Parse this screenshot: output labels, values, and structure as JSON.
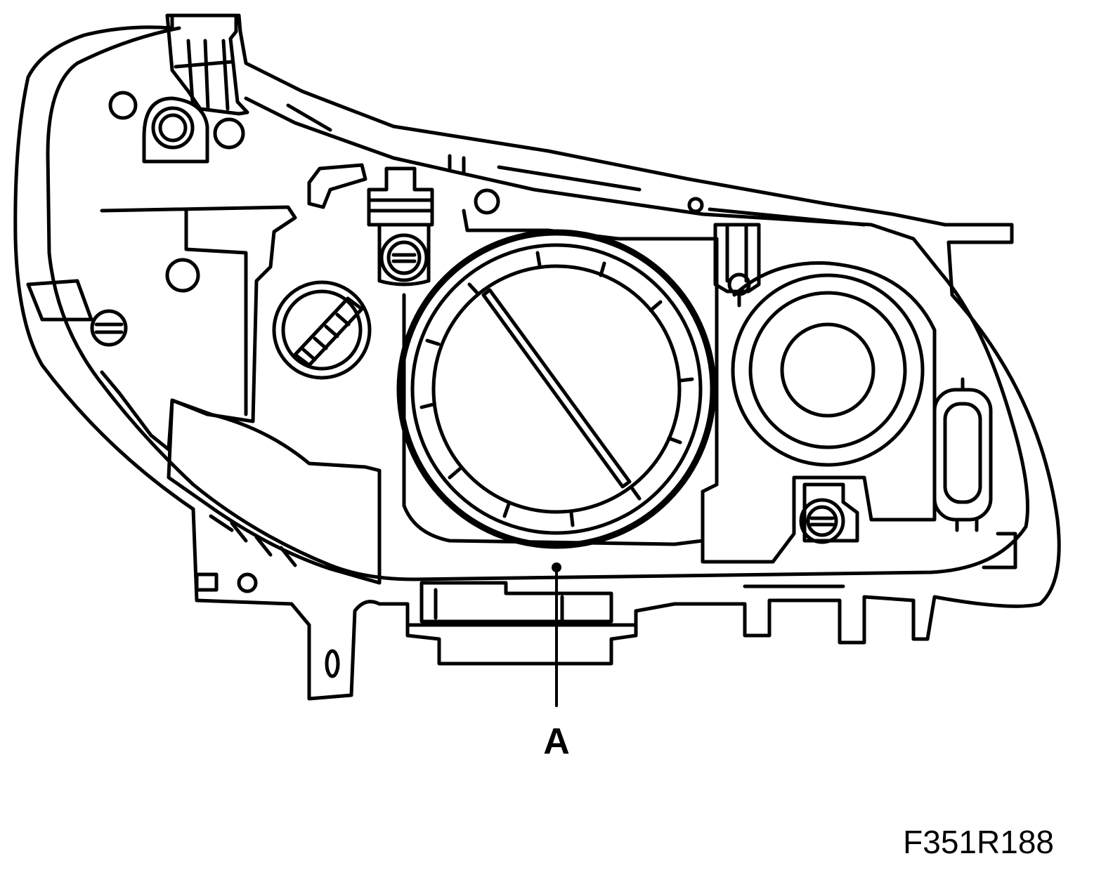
{
  "diagram": {
    "callouts": [
      {
        "id": "A",
        "label": "A",
        "target": "headlamp-cover-seal-ring"
      }
    ],
    "figure_id": "F351R188",
    "line_color": "#000000",
    "background_color": "#ffffff"
  }
}
